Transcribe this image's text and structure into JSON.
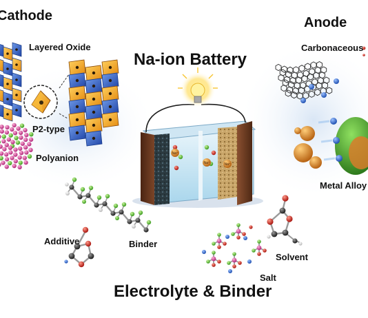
{
  "title": "Na-ion Battery",
  "sections": {
    "cathode": "Cathode",
    "anode": "Anode",
    "electrolyte": "Electrolyte & Binder"
  },
  "labels": {
    "layered_oxide": "Layered Oxide",
    "p2_type": "P2-type",
    "polyanion": "Polyanion",
    "carbonaceous": "Carbonaceous",
    "metal_alloy": "Metal Alloy",
    "additive": "Additive",
    "binder": "Binder",
    "solvent": "Solvent",
    "salt": "Salt"
  },
  "ion_labels": [
    "Na⁺",
    "Na⁺",
    "Na⁺"
  ],
  "colors": {
    "cathode_blue": "#2d5fc4",
    "octahedron_orange": "#f3a21c",
    "electrode_brown": "#6b3a22",
    "carbon_gray": "#3c3c3c",
    "fluorine_green": "#5fc83c",
    "oxygen_red": "#d8241e",
    "sodium_blue": "#3d7bd8"
  }
}
